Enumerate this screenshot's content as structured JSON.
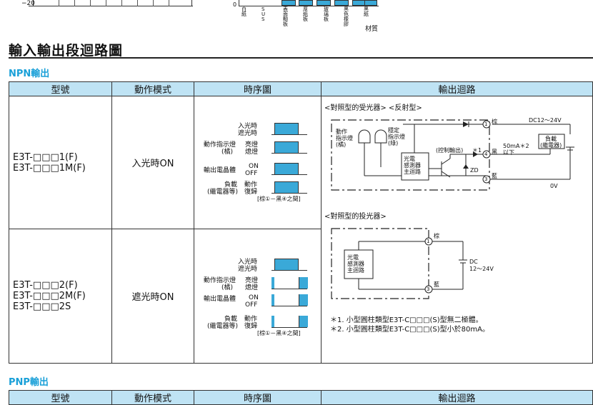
{
  "top_fragment": {
    "tick_minus20": "−20",
    "tick_zero": "0",
    "materials": [
      "白紙",
      "SUS",
      "表面黝板",
      "厚紙板",
      "玻璃板",
      "黑色橡膠",
      "黑紙"
    ],
    "material_axis": "材質"
  },
  "section_title": "輸入輸出段迴路圖",
  "npn": {
    "label": "NPN輸出",
    "headers": [
      "型號",
      "動作模式",
      "時序圖",
      "輸出迴路"
    ],
    "rows": [
      {
        "models": [
          "E3T-□□□1(F)",
          "E3T-□□□1M(F)"
        ],
        "mode": "入光時ON"
      },
      {
        "models": [
          "E3T-□□□2(F)",
          "E3T-□□□2M(F)",
          "E3T-□□□2S"
        ],
        "mode": "遮光時ON"
      }
    ]
  },
  "timing": {
    "light_on": "入光時",
    "light_off": "遮光時",
    "indicator": "動作指示燈",
    "indicator_sub": "(橘)",
    "lit": "亮燈",
    "unlit": "熄燈",
    "transistor": "輸出電晶體",
    "on": "ON",
    "off": "OFF",
    "load": "負載",
    "load_sub": "(繼電器等)",
    "operate": "動作",
    "reset": "復歸",
    "between": "[棕①－黑④之間]"
  },
  "circuit1": {
    "title": "<對照型的受光器> <反射型>",
    "ind1": "動作\n指示燈\n(橘)",
    "ind2": "穩定\n指示燈\n(綠)",
    "main": "光電\n感測器\n主迴路",
    "ctrl": "(控制輸出)",
    "star1": "＊1",
    "zd": "ZD",
    "brown": "棕",
    "black": "黑",
    "blue": "藍",
    "supply": "DC12～24V",
    "load": "負載\n(繼電器)",
    "limit": "50mA＊2\n以下",
    "zero": "0V",
    "pin1": "1",
    "pin4": "4",
    "pin3": "3"
  },
  "circuit2": {
    "title": "<對照型的投光器>",
    "main": "光電\n感測器\n主迴路",
    "brown": "棕",
    "blue": "藍",
    "dc": "DC",
    "range": "12～24V",
    "pin1": "1",
    "pin3": "3"
  },
  "notes": [
    "＊1. 小型圓柱類型E3T-C□□□(S)型無二極體。",
    "＊2. 小型圓柱類型E3T-C□□□(S)型小於80mA。"
  ],
  "pnp": {
    "label": "PNP輸出",
    "headers": [
      "型號",
      "動作模式",
      "時序圖",
      "輸出迴路"
    ]
  }
}
